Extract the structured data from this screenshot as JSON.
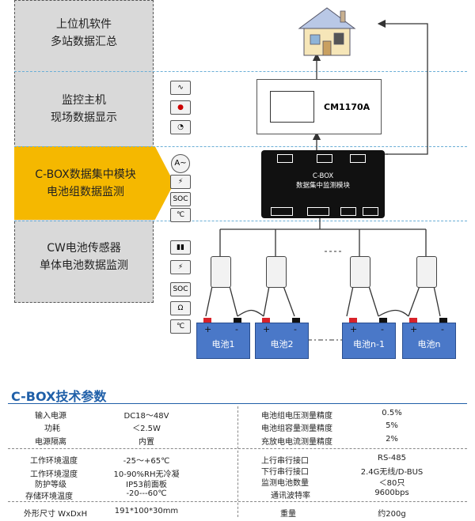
{
  "tiers": [
    {
      "line1": "上位机软件",
      "line2": "多站数据汇总",
      "highlight": false
    },
    {
      "line1": "监控主机",
      "line2": "现场数据显示",
      "highlight": false
    },
    {
      "line1": "C-BOX数据集中模块",
      "line2": "电池组数据监测",
      "highlight": true
    },
    {
      "line1": "CW电池传感器",
      "line2": "单体电池数据监测",
      "highlight": false
    }
  ],
  "monitor_label": "CM1170A",
  "module": {
    "line1": "C-BOX",
    "line2": "数据集中监测模块"
  },
  "icon_labels": {
    "soc": "SOC",
    "temp": "℃",
    "ohm": "Ω",
    "ammeter": "A"
  },
  "batteries": [
    "电池1",
    "电池2",
    "电池n-1",
    "电池n"
  ],
  "terminal_plus": "+",
  "terminal_minus": "-",
  "specs": {
    "title": "C-BOX技术参数",
    "left": [
      {
        "k": "输入电源",
        "v": "DC18～48V"
      },
      {
        "k": "功耗",
        "v": "＜2.5W"
      },
      {
        "k": "电源隔离",
        "v": "内置"
      },
      {
        "k": "工作环境温度",
        "v": "-25～+65℃"
      },
      {
        "k": "工作环境湿度",
        "v": "10-90%RH无冷凝"
      },
      {
        "k": "防护等级",
        "v": "IP53前面板"
      },
      {
        "k": "存储环境温度",
        "v": "-20---60℃"
      },
      {
        "k": "外形尺寸 WxDxH",
        "v": "191*100*30mm"
      }
    ],
    "right": [
      {
        "k": "电池组电压测量精度",
        "v": "0.5%"
      },
      {
        "k": "电池组容量测量精度",
        "v": "5%"
      },
      {
        "k": "充放电电流测量精度",
        "v": "2%"
      },
      {
        "k": "上行串行接口",
        "v": "RS-485"
      },
      {
        "k": "下行串行接口",
        "v": "2.4G无线/D-BUS"
      },
      {
        "k": "监测电池数量",
        "v": "＜80只"
      },
      {
        "k": "通讯波特率",
        "v": "9600bps"
      },
      {
        "k": "重量",
        "v": "约200g"
      }
    ]
  }
}
